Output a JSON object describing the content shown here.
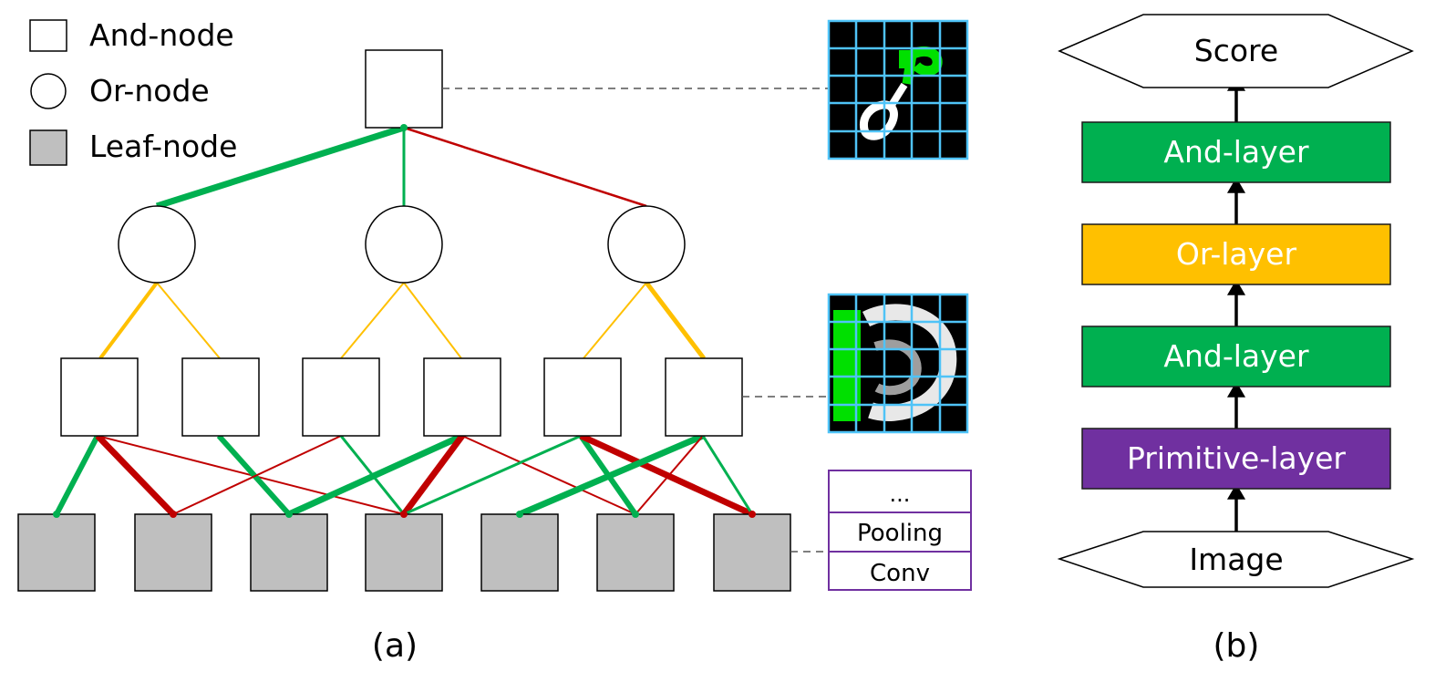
{
  "legend": {
    "and_node": "And-node",
    "or_node": "Or-node",
    "leaf_node": "Leaf-node"
  },
  "cnn_stack": {
    "top": "...",
    "middle": "Pooling",
    "bottom": "Conv"
  },
  "panel_a_caption": "(a)",
  "panel_b_caption": "(b)",
  "pipeline": {
    "score": "Score",
    "image": "Image",
    "layers": [
      {
        "label": "And-layer",
        "color": "#00B050"
      },
      {
        "label": "Or-layer",
        "color": "#FFC000"
      },
      {
        "label": "And-layer",
        "color": "#00B050"
      },
      {
        "label": "Primitive-layer",
        "color": "#7030A0"
      }
    ]
  },
  "colors": {
    "green": "#00B050",
    "red": "#C00000",
    "orange": "#FFC000",
    "leaf_fill": "#BFBFBF",
    "grid_blue": "#4FC3F7",
    "purple_border": "#7030A0"
  }
}
